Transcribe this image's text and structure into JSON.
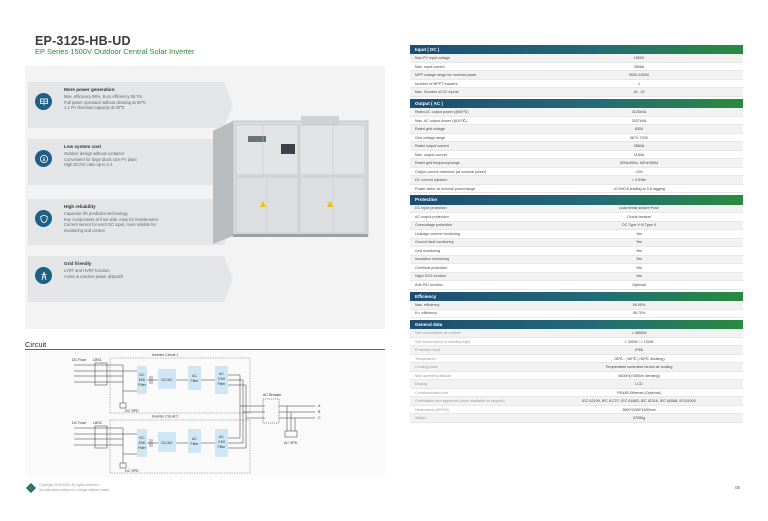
{
  "header": {
    "model": "EP-3125-HB-UD",
    "series": "EP Series 1500V Outdoor Central Solar Inverter"
  },
  "features": [
    {
      "icon": "solar-panel-icon",
      "title": "More power generation",
      "lines": [
        "Max. efficiency 99%, Euro efficiency 98.7%",
        "Full power operation without derating at 50℃",
        "1.1 Pn Overload capacity at 30℃"
      ]
    },
    {
      "icon": "dollar-icon",
      "title": "Low system cost",
      "lines": [
        "Outdoor design without container",
        "Convenient for large block size PV plant",
        "High DC/AC ratio up to 1.4"
      ]
    },
    {
      "icon": "shield-icon",
      "title": "High reliability",
      "lines": [
        "Capacitor life prediction technology",
        "Key components at front side, easy for maintenance",
        "Current sensor for each DC input, more reliable for",
        "monitoring and control"
      ]
    },
    {
      "icon": "grid-tower-icon",
      "title": "Grid friendly",
      "lines": [
        "LVRT and HVRT function",
        "Active & reactive power dispatch"
      ]
    }
  ],
  "circuit": {
    "label": "Circuit",
    "inverter_circuit_1": "Inverter Circuit 1",
    "inverter_circuit_2": "Inverter Circuit 2",
    "dc_fuse": "DC Fuse",
    "lbs1": "LBS1",
    "lbs2": "LBS2",
    "dc_emi_line1": "DC",
    "dc_emi_line2": "EMI",
    "dc_emi_line3": "Filter",
    "dcac": "DC/AC",
    "ac_filter_line1": "AC",
    "ac_filter_line2": "Filter",
    "ac_emi_line1": "AC",
    "ac_emi_line2": "EMI",
    "ac_emi_line3": "Filter",
    "dc_spd": "DC SPD",
    "ac_breaker": "AC Breaker",
    "ac_spd": "AC SPD",
    "phase_a": "A",
    "phase_b": "B",
    "phase_c": "C"
  },
  "footer": {
    "text_line1": "Copyright 2015 EAE. All rights reserved.",
    "text_line2": "Specifications subject to change without notice."
  },
  "page_number": "05",
  "spec_sections": [
    {
      "title": "Input ( DC )",
      "rows": [
        [
          "Max.PV input voltage",
          "1500V"
        ],
        [
          "Max. input current",
          "3508A"
        ],
        [
          "MPP voltage range for nominal power",
          "900V-1500V"
        ],
        [
          "Number of MPPT trackers",
          "1"
        ],
        [
          "Max. Number of DC inputs",
          "16...20"
        ]
      ]
    },
    {
      "title": "Output ( AC )",
      "rows": [
        [
          "Rated AC output power (@50℃)",
          "3125kVA"
        ],
        [
          "Max. AC output power (@30℃)",
          "3437kVA"
        ],
        [
          "Rated grid voltage",
          "630V"
        ],
        [
          "Grid voltage range",
          "567V-720V"
        ],
        [
          "Rated output current",
          "2864A"
        ],
        [
          "Max. output current",
          "3150A"
        ],
        [
          "Rated grid frequency/range",
          "50Hz/45Hz, 60Hz/55Hz"
        ],
        [
          "Output current harmonic (at nominal power)",
          "<3%"
        ],
        [
          "DC current injection",
          "< 0.5%In"
        ],
        [
          "Power factor at nominal power/range",
          ">0.99/0.8 leading to 0.8 lagging"
        ]
      ]
    },
    {
      "title": "Protection",
      "rows": [
        [
          "DC input protection",
          "Load break switch+Fuse"
        ],
        [
          "AC output protection",
          "Circuit breaker"
        ],
        [
          "Overvoltage protection",
          "DC Type I+II/ Type II"
        ],
        [
          "Leakage current monitoring",
          "Yes"
        ],
        [
          "Ground fault monitoring",
          "Yes"
        ],
        [
          "Grid monitoring",
          "Yes"
        ],
        [
          "Insulation monitoring",
          "Yes"
        ],
        [
          "Overheat protection",
          "Yes"
        ],
        [
          "Night SVG function",
          "Yes"
        ],
        [
          "Anti-PID function",
          "Optional"
        ]
      ]
    },
    {
      "title": "Efficiency",
      "rows": [
        [
          "Max. efficiency",
          "99.00%"
        ],
        [
          "Eu. efficiency",
          "98.70%"
        ]
      ]
    },
    {
      "title": "General data",
      "general": true,
      "rows": [
        [
          "Self consumption at runtime",
          "< 4800W"
        ],
        [
          "Self consumption in standby/night",
          "< 200W / < 100W"
        ],
        [
          "Protection level",
          "IP66"
        ],
        [
          "Temperature",
          "-35℃...+60℃ (>50℃ derating)"
        ],
        [
          "Cooling mode",
          "Temperature controlled forced air cooling"
        ],
        [
          "Max operating altitude",
          "4000m(>3000m derating)"
        ],
        [
          "Display",
          "LCD"
        ],
        [
          "Communication port",
          "RS485 Ethernet (Optional)"
        ],
        [
          "Certification and approvals (more available on request)",
          "IEC 62109, IEC 61727, IEC 61683, IEC 62116, IEC 60068, IEC61000"
        ],
        [
          "Dimensions (W*H*D)",
          "2800*2280*1600mm"
        ],
        [
          "Weight",
          "3700kg"
        ]
      ]
    }
  ],
  "colors": {
    "accent_green": "#2c8a3c",
    "accent_blue": "#1d4d73",
    "icon_blue": "#1f5f86"
  }
}
